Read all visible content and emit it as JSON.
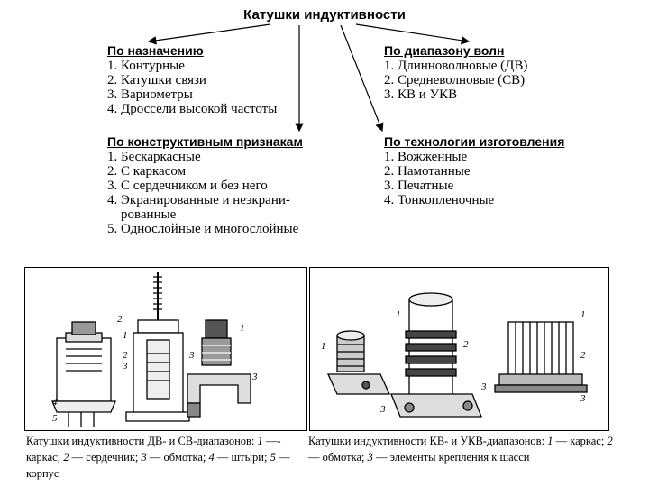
{
  "title": "Катушки индуктивности",
  "purpose": {
    "heading": "По назначению",
    "items": [
      "1. Контурные",
      "2. Катушки связи",
      "3. Вариометры",
      "4. Дроссели высокой частоты"
    ]
  },
  "wave": {
    "heading": "По диапазону волн",
    "items": [
      "1. Длинноволновые (ДВ)",
      "2. Средневолновые (СВ)",
      "3. КВ и УКВ"
    ]
  },
  "design": {
    "heading": "По конструктивным признакам",
    "items": [
      "1. Бескаркасные",
      "2. С каркасом",
      "3. С сердечником и без него",
      "4. Экранированные и неэкрани-",
      "    рованные",
      "5. Однослойные и многослойные"
    ]
  },
  "tech": {
    "heading": "По технологии изготовления",
    "items": [
      "1. Вожженные",
      "2. Намотанные",
      "3. Печатные",
      "4. Тонкопленочные"
    ]
  },
  "left_figure": {
    "labels": [
      "2",
      "1",
      "2",
      "3",
      "4",
      "5",
      "3",
      "1",
      "3"
    ]
  },
  "right_figure": {
    "labels": [
      "1",
      "2",
      "1",
      "3",
      "3",
      "1",
      "2",
      "3"
    ]
  },
  "captions": {
    "left": {
      "p1": "Катушки индуктивности ДВ- и СВ-диапазонов: ",
      "n1": "1",
      "p2": " —- каркас; ",
      "n2": "2",
      "p3": " — сердечник; ",
      "n3": "3",
      "p4": " — обмотка; ",
      "n4": "4",
      "p5": " — штыри; ",
      "n5": "5",
      "p6": " — корпус"
    },
    "right": {
      "p1": "Катушки индуктивности КВ- и УКВ-диапазонов: ",
      "n1": "1",
      "p2": " — каркас; ",
      "n2": "2",
      "p3": " — обмотка; ",
      "n3": "3",
      "p4": " — элементы крепления к шасси"
    }
  }
}
